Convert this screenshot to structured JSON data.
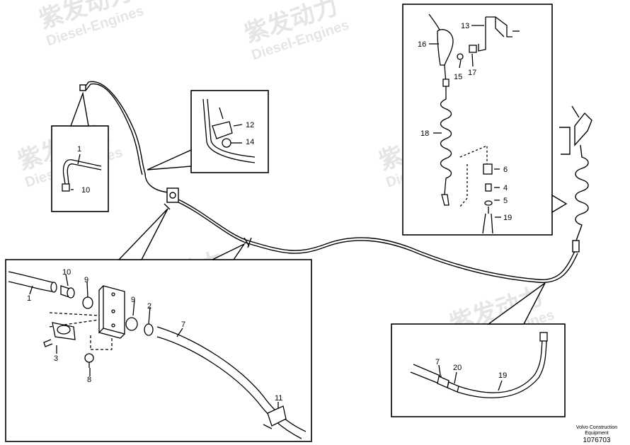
{
  "watermark": {
    "brand_cn": "紫发动力",
    "brand_en": "Diesel-Engines",
    "color": "#d9d9d9"
  },
  "callouts": {
    "overview_detail": [
      "1",
      "10"
    ],
    "bracket_detail": [
      "12",
      "14"
    ],
    "gun_detail": [
      "13",
      "16",
      "15",
      "17",
      "18",
      "6",
      "4",
      "5",
      "19"
    ],
    "valve_detail": [
      "10",
      "9",
      "1",
      "9",
      "2",
      "7",
      "3",
      "8",
      "11"
    ],
    "coupling_detail": [
      "7",
      "20",
      "19"
    ]
  },
  "footer": {
    "manufacturer": "Volvo Construction",
    "category": "Equipment",
    "drawing_number": "1076703"
  },
  "colors": {
    "line": "#000000",
    "background": "#ffffff"
  }
}
